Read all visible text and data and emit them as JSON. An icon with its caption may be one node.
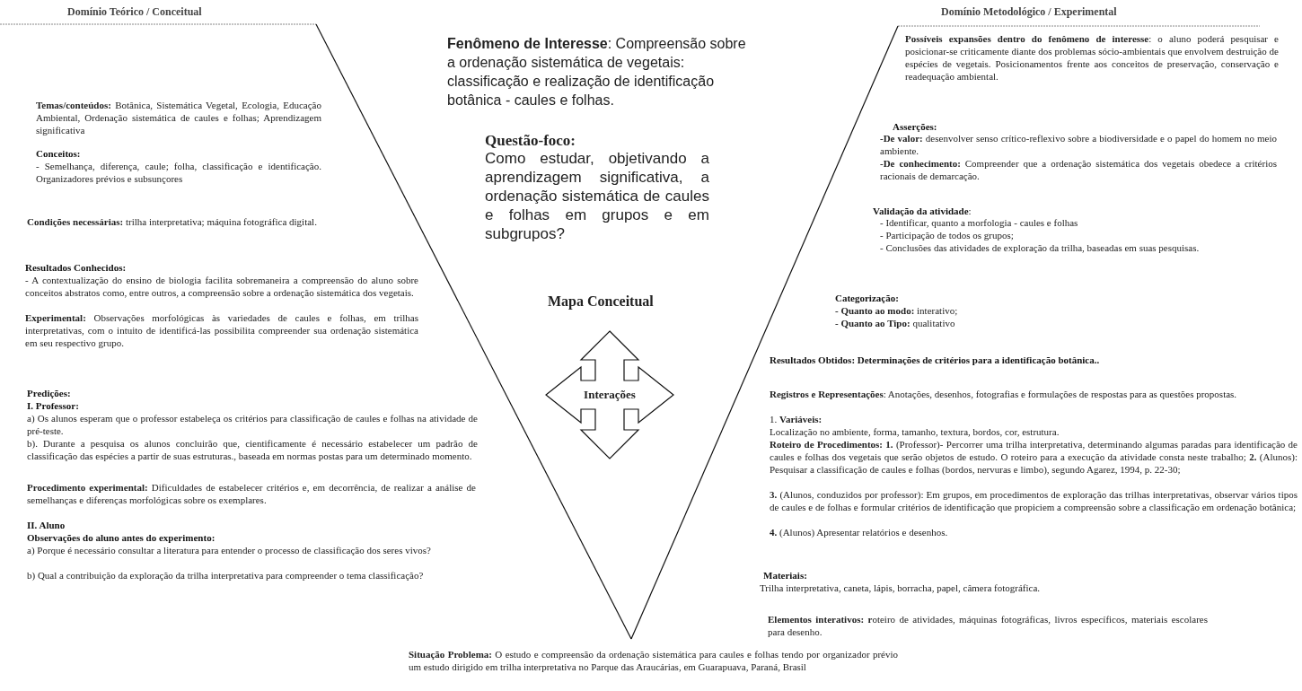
{
  "diagram": {
    "nodes": [
      {
        "text": [
          "Interações"
        ]
      }
    ],
    "labels": [
      "Domínio Teórico / Conceitual",
      "**Temas/conteúdos:** Botânica, Sistemática Vegetal, Ecologia, Educação Ambiental, Ordenação sistemática de caules e folhas; Aprendizagem significativa",
      "Conceitos:",
      "- Semelhança, diferença, caule; folha, classificação e identificação. Organizadores prévios e subsunçores",
      "**Condições necessárias:** trilha interpretativa; máquina fotográfica digital.",
      "Resultados Conhecidos:",
      "- A contextualização do ensino de biologia facilita sobremaneira a compreensão do aluno sobre conceitos abstratos como, entre outros, a compreensão sobre a ordenação sistemática dos vegetais.",
      "**Experimental:** Observações morfológicas às variedades de caules e folhas, em trilhas interpretativas, com o intuito de identificá-las possibilita compreender sua ordenação sistemática em seu respectivo grupo.",
      "Predições:",
      "I. Professor:",
      "a) Os alunos esperam que o professor estabeleça os critérios para classificação de caules e folhas na atividade de pré-teste.",
      "b). Durante a pesquisa os alunos concluirão que, cientificamente é necessário estabelecer um padrão de classificação das espécies a partir de suas estruturas., baseada em normas postas para um determinado momento.",
      "**Procedimento experimental:** Dificuldades de estabelecer critérios e, em decorrência, de realizar a análise de semelhanças e diferenças morfológicas sobre os exemplares.",
      "II. Aluno",
      "Observações do aluno antes do experimento:",
      "a) Porque é necessário consultar a literatura para entender o processo de classificação dos seres vivos?",
      "b) Qual a contribuição da exploração da trilha interpretativa para compreender o tema classificação?",
      "**Fenômeno de Interesse**: Compreensão sobre a ordenação sistemática de vegetais: classificação e realização de identificação botânica - caules e folhas.",
      "Questão-foco:",
      "Como estudar, objetivando a aprendizagem significativa, a ordenação sistemática de caules e folhas em grupos e em subgrupos?",
      "Mapa Conceitual",
      "**Situação Problema:** O estudo e compreensão da ordenação sistemática para caules e folhas tendo por organizador prévio um estudo dirigido em trilha interpretativa no Parque das Araucárias, em Guarapuava, Paraná, Brasil",
      "Domínio Metodológico / Experimental",
      "**Possíveis expansões dentro do fenômeno de interesse**: o aluno poderá pesquisar e posicionar-se criticamente diante dos problemas sócio-ambientais que envolvem destruição de espécies de vegetais. Posicionamentos frente aos conceitos de preservação, conservação e readequação ambiental.",
      "Asserções:",
      "**-De valor:** desenvolver senso crítico-reflexivo sobre a biodiversidade e o papel do homem no meio ambiente.",
      "**-De conhecimento:** Compreender que a ordenação sistemática dos vegetais obedece a critérios racionais de demarcação.",
      "**Validação da atividade**:",
      "- Identificar, quanto a morfologia - caules e folhas",
      "- Participação de todos os grupos;",
      "- Conclusões das atividades de exploração da trilha, baseadas em suas pesquisas.",
      "Categorização:",
      "**- Quanto ao modo:** interativo;",
      "**- Quanto ao Tipo:** qualitativo",
      "Resultados Obtidos: Determinações de critérios para a identificação botânica..",
      "**Registros e Representações**: Anotações, desenhos, fotografias e formulações de respostas para as questões propostas.",
      "1. **Variáveis:**",
      "Localização no ambiente, forma, tamanho, textura, bordos, cor, estrutura.",
      "**Roteiro de Procedimentos: 1.** (Professor)- Percorrer uma trilha interpretativa, determinando algumas paradas para identificação de caules e folhas dos vegetais que serão objetos de estudo. O roteiro para a execução da atividade consta neste trabalho; **2.** (Alunos): Pesquisar a classificação de caules e folhas (bordos, nervuras e limbo), segundo Agarez, 1994, p. 22-30;",
      "**3.** (Alunos, conduzidos por professor): Em grupos, em procedimentos de exploração das trilhas interpretativas, observar vários tipos de caules e de folhas e formular critérios de identificação que propiciem a compreensão sobre a classificação em ordenação botânica;",
      "**4.** (Alunos) Apresentar relatórios e desenhos.",
      "Materiais:",
      "Trilha interpretativa, caneta, lápis, borracha, papel, câmera fotográfica.",
      "**Elementos interativos: r**oteiro de atividades, máquinas fotográficas, livros específicos, materiais escolares para desenho."
    ]
  }
}
